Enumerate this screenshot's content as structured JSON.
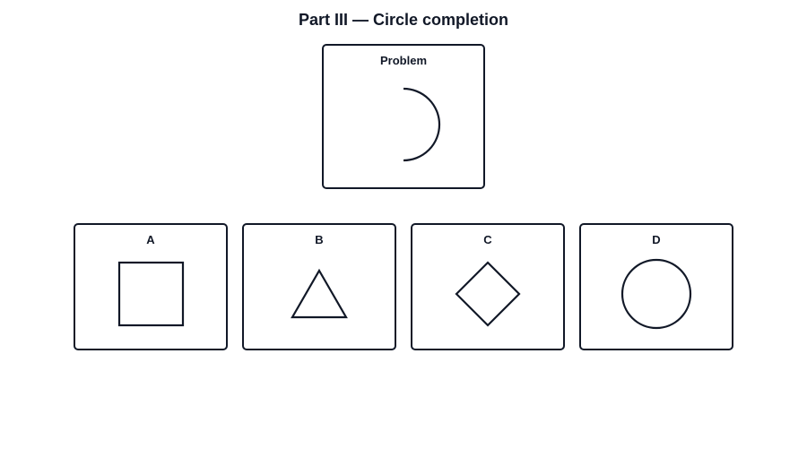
{
  "title": "Part III — Circle completion",
  "problem": {
    "label": "Problem",
    "shape": "right-half-arc-icon"
  },
  "options": [
    {
      "label": "A",
      "shape": "square-icon"
    },
    {
      "label": "B",
      "shape": "triangle-icon"
    },
    {
      "label": "C",
      "shape": "diamond-icon"
    },
    {
      "label": "D",
      "shape": "circle-icon"
    }
  ],
  "colors": {
    "stroke": "#111827",
    "background": "#ffffff"
  }
}
